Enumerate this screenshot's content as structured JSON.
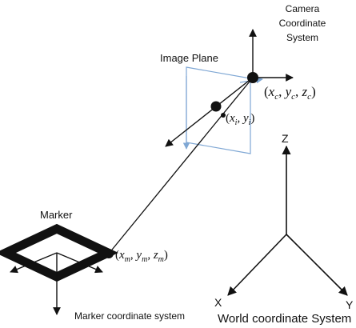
{
  "labels": {
    "camera_line1": "Camera",
    "camera_line2": "Coordinate",
    "camera_line3": "System",
    "image_plane": "Image Plane",
    "marker": "Marker",
    "marker_coordinate_system": "Marker coordinate system",
    "world_coordinate_system": "World coordinate System",
    "axis_x": "X",
    "axis_y": "Y",
    "axis_z": "Z"
  },
  "math": {
    "camera_point": {
      "open": "(",
      "v1": "x",
      "s1": "c",
      "v2": "y",
      "s2": "c",
      "v3": "z",
      "s3": "c",
      "close": ")"
    },
    "image_point": {
      "open": "(",
      "v1": "x",
      "s1": "i",
      "v2": "y",
      "s2": "i",
      "close": ")"
    },
    "marker_point": {
      "open": "(",
      "v1": "x",
      "s1": "m",
      "v2": "y",
      "s2": "m",
      "v3": "z",
      "s3": "m",
      "close": ")"
    }
  },
  "colors": {
    "line": "#111111",
    "image_plane": "#7fa7d4",
    "background": "#ffffff"
  }
}
